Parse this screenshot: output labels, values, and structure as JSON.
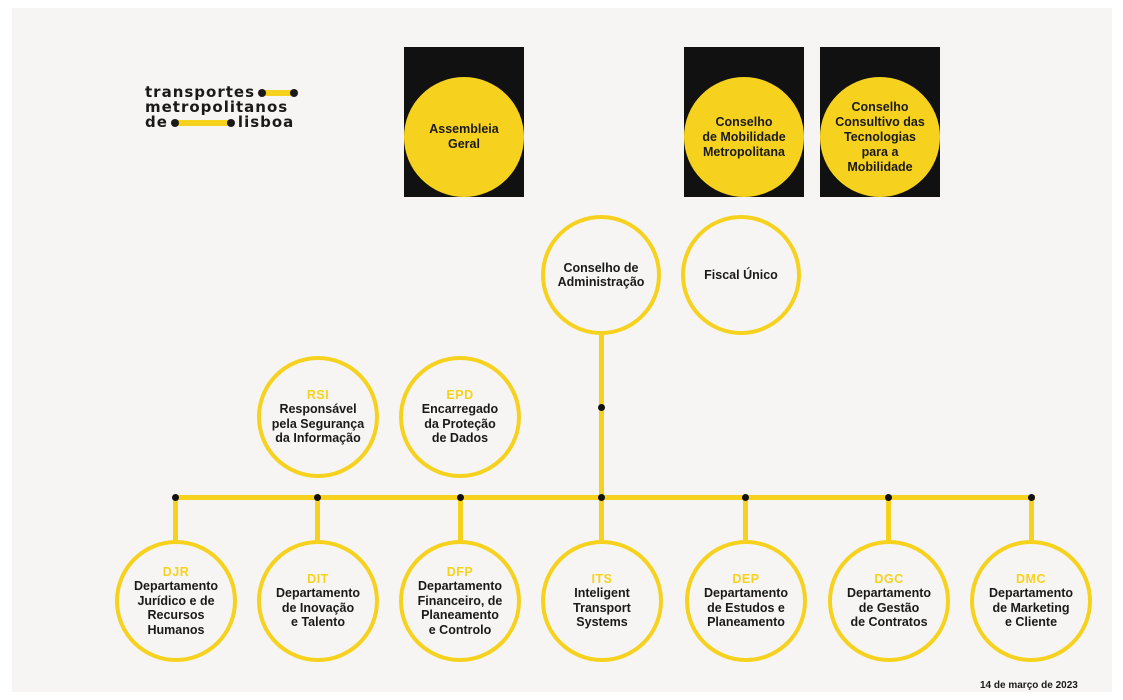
{
  "logo": {
    "line1": "transportes",
    "line2": "metropolitanos",
    "line3a": "de",
    "line3b": "lisboa"
  },
  "organs": [
    {
      "label": "Assembleia\nGeral"
    },
    {
      "label": "Conselho\nde Mobilidade\nMetropolitana"
    },
    {
      "label": "Conselho\nConsultivo das\nTecnologias\npara a\nMobilidade"
    }
  ],
  "board": {
    "label": "Conselho de\nAdministração"
  },
  "fiscal": {
    "label": "Fiscal Único"
  },
  "advisors": [
    {
      "code": "RSI",
      "label": "Responsável\npela Segurança\nda Informação"
    },
    {
      "code": "EPD",
      "label": "Encarregado\nda Proteção\nde Dados"
    }
  ],
  "departments": [
    {
      "code": "DJR",
      "label": "Departamento\nJurídico e de\nRecursos\nHumanos"
    },
    {
      "code": "DIT",
      "label": "Departamento\nde Inovação\ne Talento"
    },
    {
      "code": "DFP",
      "label": "Departamento\nFinanceiro, de\nPlaneamento\ne Controlo"
    },
    {
      "code": "ITS",
      "label": "Inteligent\nTransport\nSystems"
    },
    {
      "code": "DEP",
      "label": "Departamento\nde Estudos e\nPlaneamento"
    },
    {
      "code": "DGC",
      "label": "Departamento\nde Gestão\nde Contratos"
    },
    {
      "code": "DMC",
      "label": "Departamento\nde Marketing\ne Cliente"
    }
  ],
  "date": "14 de março de 2023",
  "colors": {
    "accent": "#f6d21f",
    "dark": "#111111",
    "background": "#f6f5f3"
  }
}
